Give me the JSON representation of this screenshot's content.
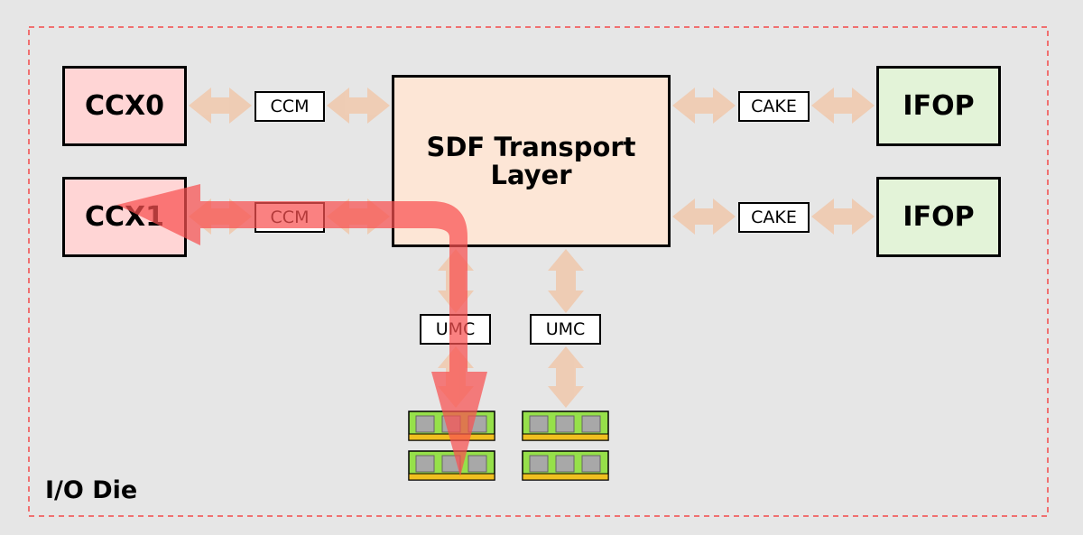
{
  "die_label": "I/O Die",
  "ccx": [
    "CCX0",
    "CCX1"
  ],
  "ccm": [
    "CCM",
    "CCM"
  ],
  "sdf": {
    "line1": "SDF Transport",
    "line2": "Layer"
  },
  "cake": [
    "CAKE",
    "CAKE"
  ],
  "ifop": [
    "IFOP",
    "IFOP"
  ],
  "umc": [
    "UMC",
    "UMC"
  ],
  "colors": {
    "background": "#e6e6e6",
    "die_border": "#f07070",
    "ccx_fill": "#ffd5d5",
    "sdf_fill": "#fde6d6",
    "ifop_fill": "#e3f3d8",
    "link_arrow": "#f0c8ac",
    "dimm_green": "#96e04a",
    "dimm_chip": "#a8a8a8",
    "dimm_gold": "#f0c020",
    "data_path_arrow": "#f85050"
  }
}
